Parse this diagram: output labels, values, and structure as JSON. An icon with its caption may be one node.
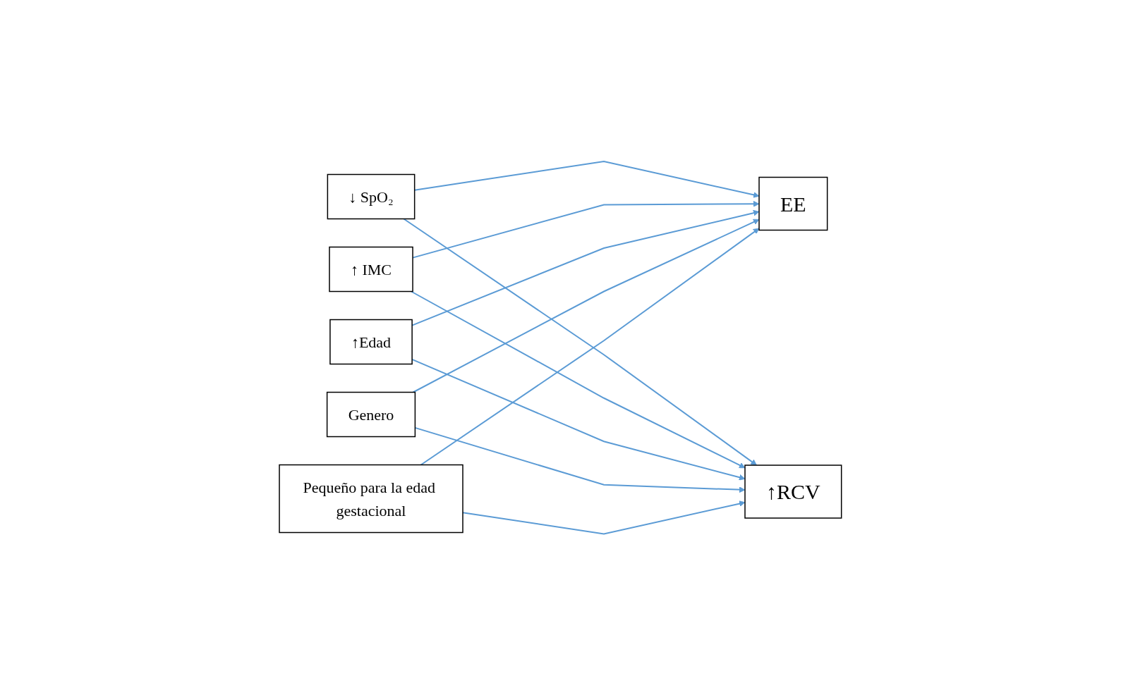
{
  "diagram": {
    "nodes": [
      {
        "text": [
          "↓ SpO₂"
        ]
      },
      {
        "text": [
          "↑ IMC"
        ]
      },
      {
        "text": [
          "↑Edad"
        ]
      },
      {
        "text": [
          "Genero"
        ]
      },
      {
        "text": [
          "Pequeño para la edad gestacional"
        ]
      },
      {
        "text": [
          "EE"
        ]
      },
      {
        "text": [
          "↑RCV"
        ]
      }
    ],
    "edges": [
      {
        "from": 0,
        "to": 5,
        "arrow": "to"
      },
      {
        "from": 0,
        "to": 6,
        "arrow": "to"
      },
      {
        "from": 1,
        "to": 5,
        "arrow": "to"
      },
      {
        "from": 1,
        "to": 6,
        "arrow": "to"
      },
      {
        "from": 2,
        "to": 5,
        "arrow": "to"
      },
      {
        "from": 2,
        "to": 6,
        "arrow": "to"
      },
      {
        "from": 3,
        "to": 5,
        "arrow": "to"
      },
      {
        "from": 3,
        "to": 6,
        "arrow": "to"
      },
      {
        "from": 4,
        "to": 5,
        "arrow": "to"
      },
      {
        "from": 4,
        "to": 6,
        "arrow": "to"
      }
    ]
  }
}
